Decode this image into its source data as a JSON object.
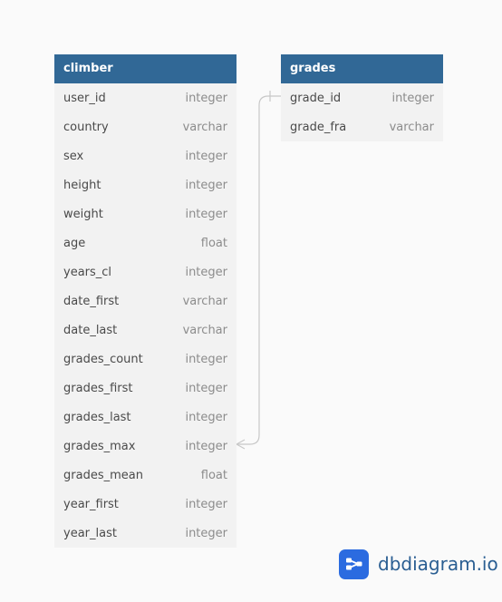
{
  "tables": {
    "climber": {
      "name": "climber",
      "fields": [
        {
          "name": "user_id",
          "type": "integer"
        },
        {
          "name": "country",
          "type": "varchar"
        },
        {
          "name": "sex",
          "type": "integer"
        },
        {
          "name": "height",
          "type": "integer"
        },
        {
          "name": "weight",
          "type": "integer"
        },
        {
          "name": "age",
          "type": "float"
        },
        {
          "name": "years_cl",
          "type": "integer"
        },
        {
          "name": "date_first",
          "type": "varchar"
        },
        {
          "name": "date_last",
          "type": "varchar"
        },
        {
          "name": "grades_count",
          "type": "integer"
        },
        {
          "name": "grades_first",
          "type": "integer"
        },
        {
          "name": "grades_last",
          "type": "integer"
        },
        {
          "name": "grades_max",
          "type": "integer"
        },
        {
          "name": "grades_mean",
          "type": "float"
        },
        {
          "name": "year_first",
          "type": "integer"
        },
        {
          "name": "year_last",
          "type": "integer"
        }
      ]
    },
    "grades": {
      "name": "grades",
      "fields": [
        {
          "name": "grade_id",
          "type": "integer"
        },
        {
          "name": "grade_fra",
          "type": "varchar"
        }
      ]
    }
  },
  "relationship": {
    "from": "climber.grades_max",
    "to": "grades.grade_id",
    "from_cardinality": "many",
    "to_cardinality": "one"
  },
  "brand": {
    "name_main": "dbdiagram",
    "name_suffix": ".io",
    "icon": "share-nodes-icon"
  },
  "colors": {
    "header": "#316896",
    "table_body": "#f2f2f2",
    "brand_blue": "#2b6be0",
    "connector": "#c8c8c8"
  }
}
